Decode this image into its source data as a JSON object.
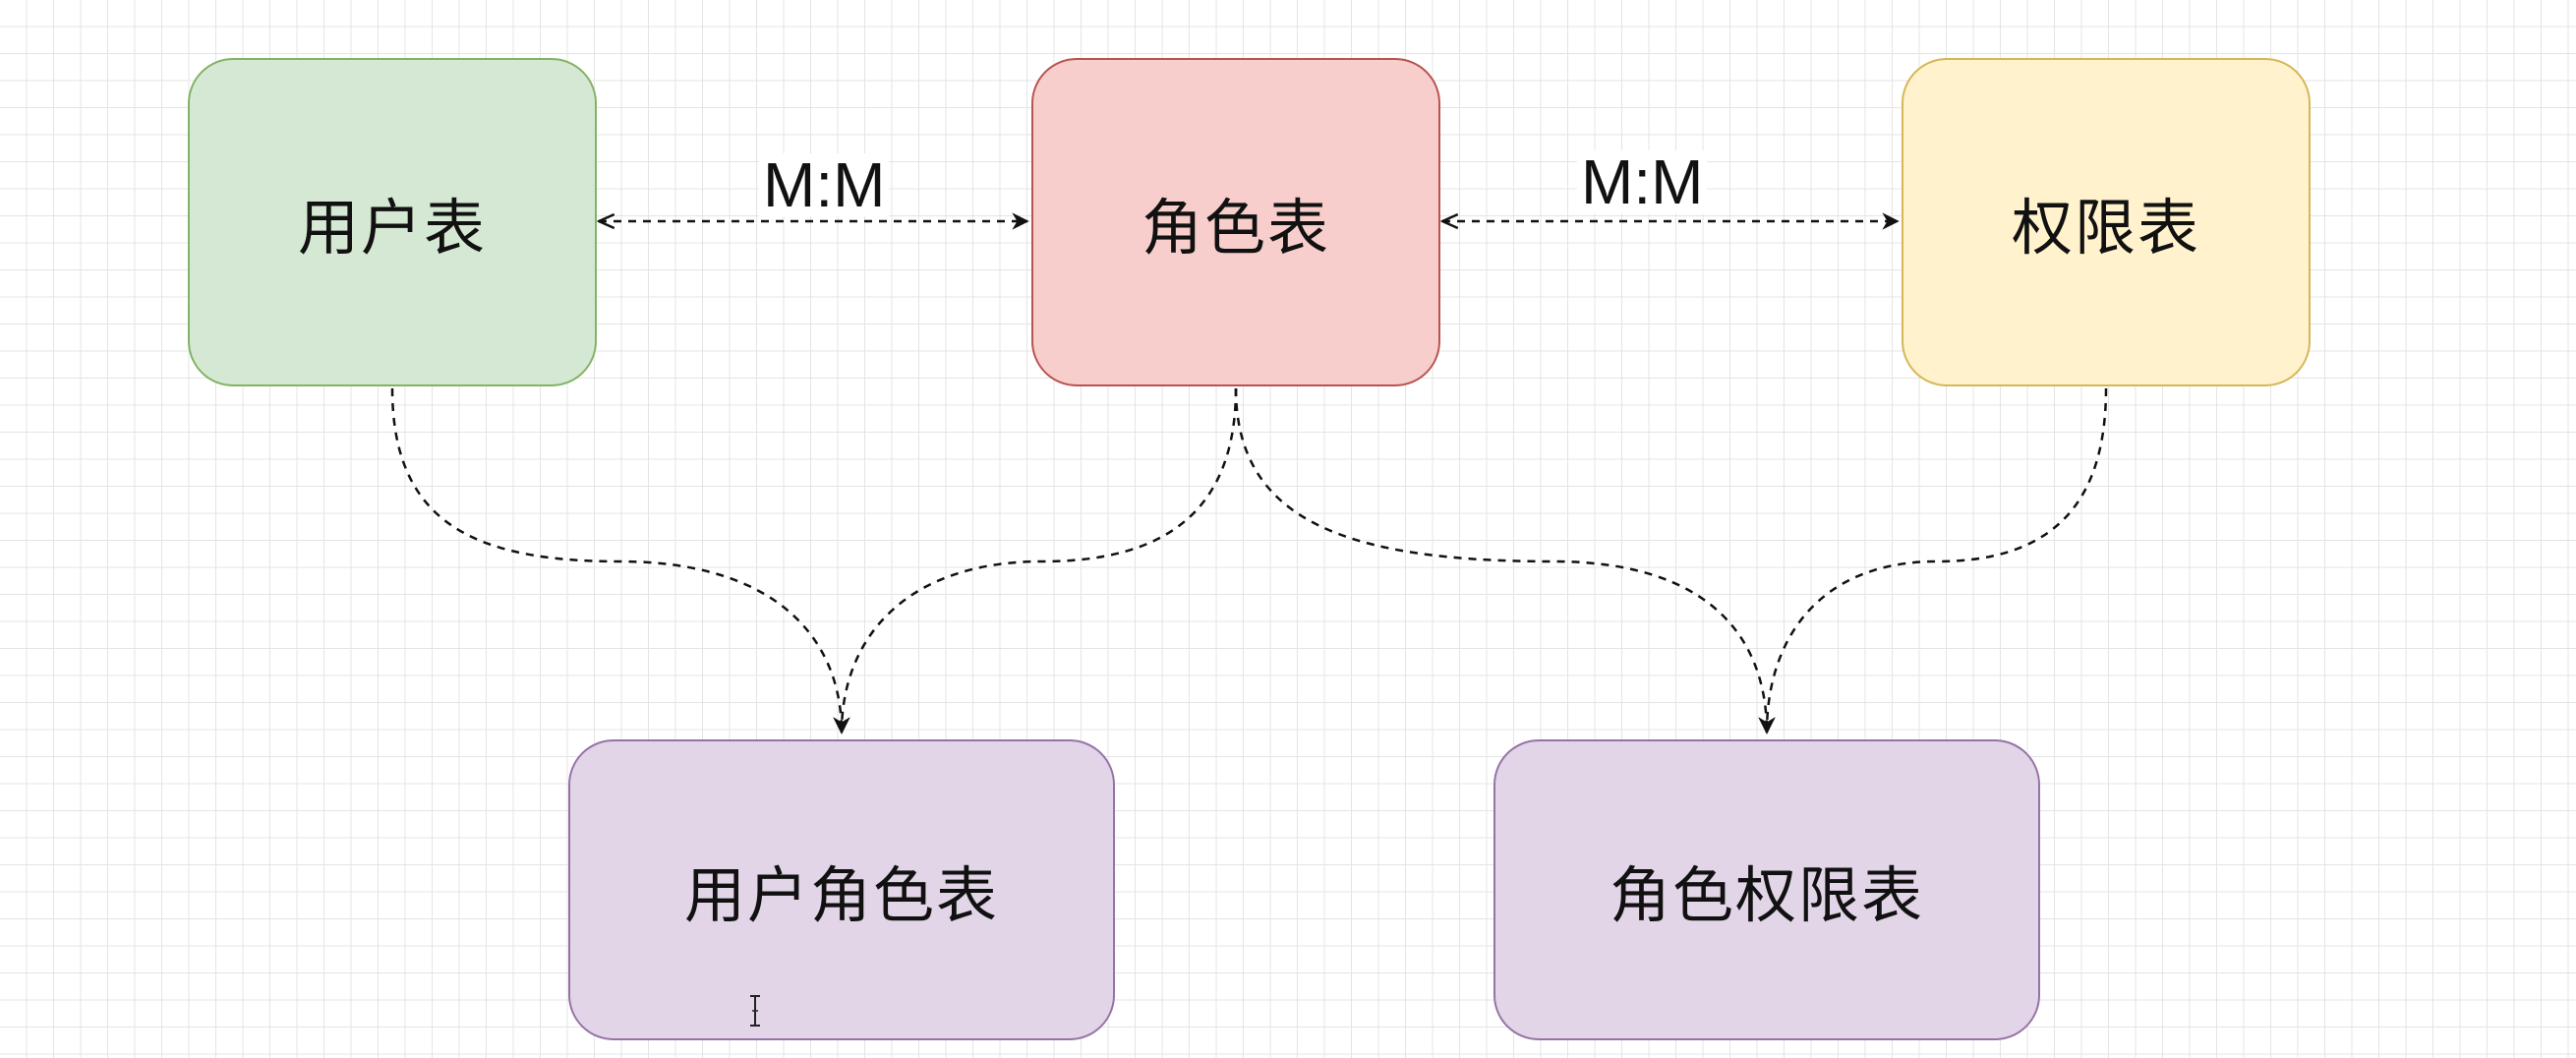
{
  "nodes": {
    "user": {
      "label": "用户表",
      "fill": "#d5e8d4",
      "stroke": "#82b366"
    },
    "role": {
      "label": "角色表",
      "fill": "#f8cecc",
      "stroke": "#b85450"
    },
    "permission": {
      "label": "权限表",
      "fill": "#fff2cc",
      "stroke": "#d6b656"
    },
    "user_role": {
      "label": "用户角色表",
      "fill": "#e1d5e7",
      "stroke": "#9673a6"
    },
    "role_permission": {
      "label": "角色权限表",
      "fill": "#e1d5e7",
      "stroke": "#9673a6"
    }
  },
  "edges": {
    "user_role_label": "M:M",
    "role_permission_label": "M:M",
    "stroke": "#111111"
  },
  "icons": {
    "cursor": "text-cursor-icon"
  }
}
